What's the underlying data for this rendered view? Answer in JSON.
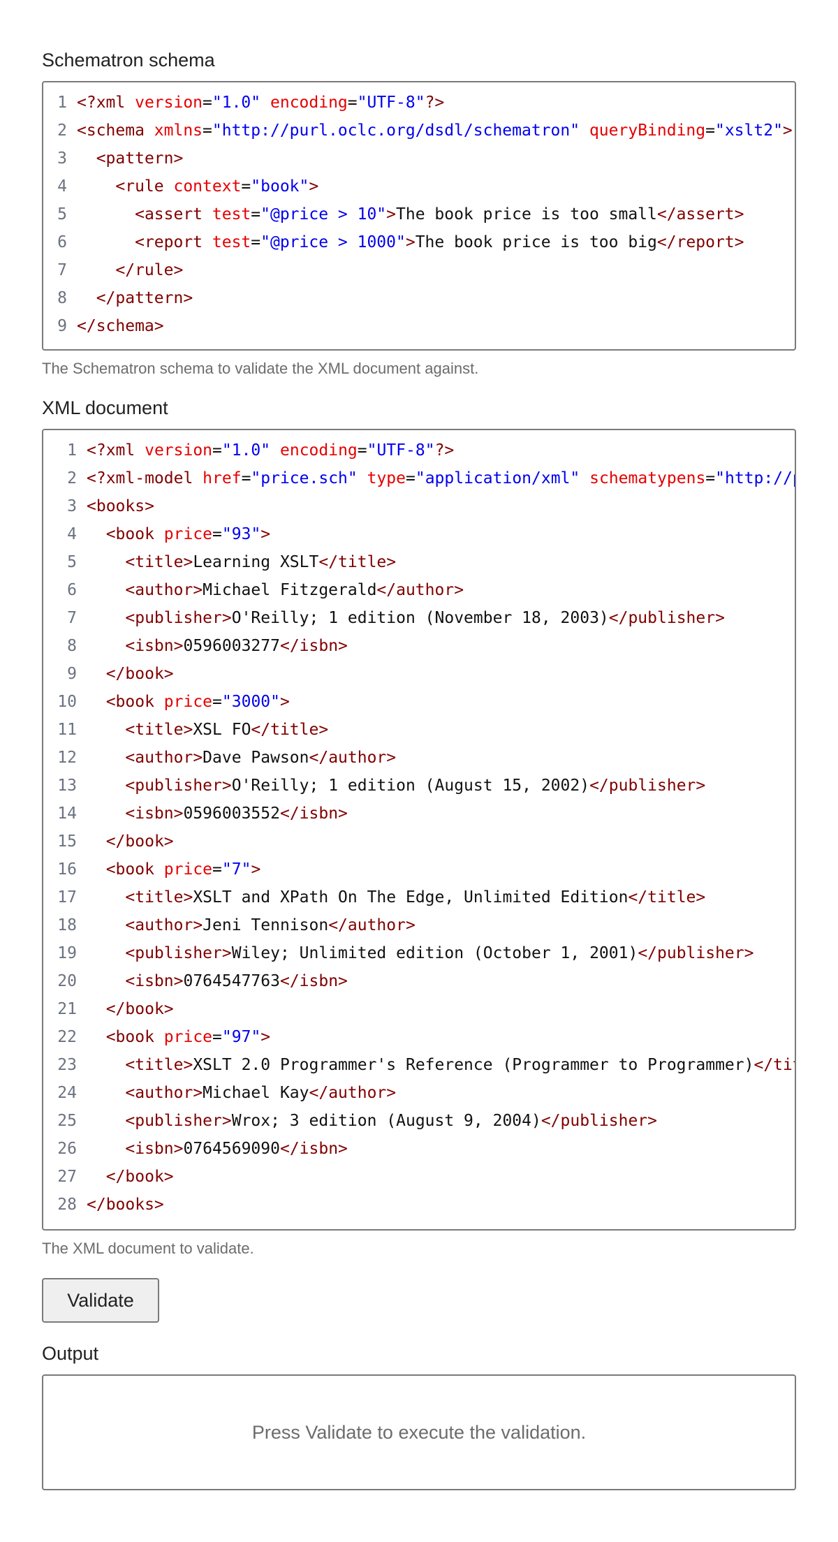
{
  "schema": {
    "label": "Schematron schema",
    "hint": "The Schematron schema to validate the XML document against.",
    "lines": [
      [
        [
          "tag",
          "<?xml "
        ],
        [
          "attr",
          "version"
        ],
        [
          "punc",
          "="
        ],
        [
          "val",
          "\"1.0\""
        ],
        [
          "punc",
          " "
        ],
        [
          "attr",
          "encoding"
        ],
        [
          "punc",
          "="
        ],
        [
          "val",
          "\"UTF-8\""
        ],
        [
          "tag",
          "?>"
        ]
      ],
      [
        [
          "tag",
          "<schema "
        ],
        [
          "attr",
          "xmlns"
        ],
        [
          "punc",
          "="
        ],
        [
          "val",
          "\"http://purl.oclc.org/dsdl/schematron\""
        ],
        [
          "punc",
          " "
        ],
        [
          "attr",
          "queryBinding"
        ],
        [
          "punc",
          "="
        ],
        [
          "val",
          "\"xslt2\""
        ],
        [
          "tag",
          ">"
        ]
      ],
      [
        [
          "punc",
          "  "
        ],
        [
          "tag",
          "<pattern>"
        ]
      ],
      [
        [
          "punc",
          "    "
        ],
        [
          "tag",
          "<rule "
        ],
        [
          "attr",
          "context"
        ],
        [
          "punc",
          "="
        ],
        [
          "val",
          "\"book\""
        ],
        [
          "tag",
          ">"
        ]
      ],
      [
        [
          "punc",
          "      "
        ],
        [
          "tag",
          "<assert "
        ],
        [
          "attr",
          "test"
        ],
        [
          "punc",
          "="
        ],
        [
          "val",
          "\"@price > 10\""
        ],
        [
          "tag",
          ">"
        ],
        [
          "text",
          "The book price is too small"
        ],
        [
          "tag",
          "</assert>"
        ]
      ],
      [
        [
          "punc",
          "      "
        ],
        [
          "tag",
          "<report "
        ],
        [
          "attr",
          "test"
        ],
        [
          "punc",
          "="
        ],
        [
          "val",
          "\"@price > 1000\""
        ],
        [
          "tag",
          ">"
        ],
        [
          "text",
          "The book price is too big"
        ],
        [
          "tag",
          "</report>"
        ]
      ],
      [
        [
          "punc",
          "    "
        ],
        [
          "tag",
          "</rule>"
        ]
      ],
      [
        [
          "punc",
          "  "
        ],
        [
          "tag",
          "</pattern>"
        ]
      ],
      [
        [
          "tag",
          "</schema>"
        ]
      ]
    ]
  },
  "xml_document": {
    "label": "XML document",
    "hint": "The XML document to validate.",
    "lines": [
      [
        [
          "tag",
          "<?xml "
        ],
        [
          "attr",
          "version"
        ],
        [
          "punc",
          "="
        ],
        [
          "val",
          "\"1.0\""
        ],
        [
          "punc",
          " "
        ],
        [
          "attr",
          "encoding"
        ],
        [
          "punc",
          "="
        ],
        [
          "val",
          "\"UTF-8\""
        ],
        [
          "tag",
          "?>"
        ]
      ],
      [
        [
          "tag",
          "<?xml-model "
        ],
        [
          "attr",
          "href"
        ],
        [
          "punc",
          "="
        ],
        [
          "val",
          "\"price.sch\""
        ],
        [
          "punc",
          " "
        ],
        [
          "attr",
          "type"
        ],
        [
          "punc",
          "="
        ],
        [
          "val",
          "\"application/xml\""
        ],
        [
          "punc",
          " "
        ],
        [
          "attr",
          "schematypens"
        ],
        [
          "punc",
          "="
        ],
        [
          "val",
          "\"http://purl.oclc.org/dsdl/schematron\""
        ],
        [
          "tag",
          "?>"
        ]
      ],
      [
        [
          "tag",
          "<books>"
        ]
      ],
      [
        [
          "punc",
          "  "
        ],
        [
          "tag",
          "<book "
        ],
        [
          "attr",
          "price"
        ],
        [
          "punc",
          "="
        ],
        [
          "val",
          "\"93\""
        ],
        [
          "tag",
          ">"
        ]
      ],
      [
        [
          "punc",
          "    "
        ],
        [
          "tag",
          "<title>"
        ],
        [
          "text",
          "Learning XSLT"
        ],
        [
          "tag",
          "</title>"
        ]
      ],
      [
        [
          "punc",
          "    "
        ],
        [
          "tag",
          "<author>"
        ],
        [
          "text",
          "Michael Fitzgerald"
        ],
        [
          "tag",
          "</author>"
        ]
      ],
      [
        [
          "punc",
          "    "
        ],
        [
          "tag",
          "<publisher>"
        ],
        [
          "text",
          "O'Reilly; 1 edition (November 18, 2003)"
        ],
        [
          "tag",
          "</publisher>"
        ]
      ],
      [
        [
          "punc",
          "    "
        ],
        [
          "tag",
          "<isbn>"
        ],
        [
          "text",
          "0596003277"
        ],
        [
          "tag",
          "</isbn>"
        ]
      ],
      [
        [
          "punc",
          "  "
        ],
        [
          "tag",
          "</book>"
        ]
      ],
      [
        [
          "punc",
          "  "
        ],
        [
          "tag",
          "<book "
        ],
        [
          "attr",
          "price"
        ],
        [
          "punc",
          "="
        ],
        [
          "val",
          "\"3000\""
        ],
        [
          "tag",
          ">"
        ]
      ],
      [
        [
          "punc",
          "    "
        ],
        [
          "tag",
          "<title>"
        ],
        [
          "text",
          "XSL FO"
        ],
        [
          "tag",
          "</title>"
        ]
      ],
      [
        [
          "punc",
          "    "
        ],
        [
          "tag",
          "<author>"
        ],
        [
          "text",
          "Dave Pawson"
        ],
        [
          "tag",
          "</author>"
        ]
      ],
      [
        [
          "punc",
          "    "
        ],
        [
          "tag",
          "<publisher>"
        ],
        [
          "text",
          "O'Reilly; 1 edition (August 15, 2002)"
        ],
        [
          "tag",
          "</publisher>"
        ]
      ],
      [
        [
          "punc",
          "    "
        ],
        [
          "tag",
          "<isbn>"
        ],
        [
          "text",
          "0596003552"
        ],
        [
          "tag",
          "</isbn>"
        ]
      ],
      [
        [
          "punc",
          "  "
        ],
        [
          "tag",
          "</book>"
        ]
      ],
      [
        [
          "punc",
          "  "
        ],
        [
          "tag",
          "<book "
        ],
        [
          "attr",
          "price"
        ],
        [
          "punc",
          "="
        ],
        [
          "val",
          "\"7\""
        ],
        [
          "tag",
          ">"
        ]
      ],
      [
        [
          "punc",
          "    "
        ],
        [
          "tag",
          "<title>"
        ],
        [
          "text",
          "XSLT and XPath On The Edge, Unlimited Edition"
        ],
        [
          "tag",
          "</title>"
        ]
      ],
      [
        [
          "punc",
          "    "
        ],
        [
          "tag",
          "<author>"
        ],
        [
          "text",
          "Jeni Tennison"
        ],
        [
          "tag",
          "</author>"
        ]
      ],
      [
        [
          "punc",
          "    "
        ],
        [
          "tag",
          "<publisher>"
        ],
        [
          "text",
          "Wiley; Unlimited edition (October 1, 2001)"
        ],
        [
          "tag",
          "</publisher>"
        ]
      ],
      [
        [
          "punc",
          "    "
        ],
        [
          "tag",
          "<isbn>"
        ],
        [
          "text",
          "0764547763"
        ],
        [
          "tag",
          "</isbn>"
        ]
      ],
      [
        [
          "punc",
          "  "
        ],
        [
          "tag",
          "</book>"
        ]
      ],
      [
        [
          "punc",
          "  "
        ],
        [
          "tag",
          "<book "
        ],
        [
          "attr",
          "price"
        ],
        [
          "punc",
          "="
        ],
        [
          "val",
          "\"97\""
        ],
        [
          "tag",
          ">"
        ]
      ],
      [
        [
          "punc",
          "    "
        ],
        [
          "tag",
          "<title>"
        ],
        [
          "text",
          "XSLT 2.0 Programmer's Reference (Programmer to Programmer)"
        ],
        [
          "tag",
          "</title>"
        ]
      ],
      [
        [
          "punc",
          "    "
        ],
        [
          "tag",
          "<author>"
        ],
        [
          "text",
          "Michael Kay"
        ],
        [
          "tag",
          "</author>"
        ]
      ],
      [
        [
          "punc",
          "    "
        ],
        [
          "tag",
          "<publisher>"
        ],
        [
          "text",
          "Wrox; 3 edition (August 9, 2004)"
        ],
        [
          "tag",
          "</publisher>"
        ]
      ],
      [
        [
          "punc",
          "    "
        ],
        [
          "tag",
          "<isbn>"
        ],
        [
          "text",
          "0764569090"
        ],
        [
          "tag",
          "</isbn>"
        ]
      ],
      [
        [
          "punc",
          "  "
        ],
        [
          "tag",
          "</book>"
        ]
      ],
      [
        [
          "tag",
          "</books>"
        ]
      ]
    ]
  },
  "validate_button": {
    "label": "Validate"
  },
  "output": {
    "label": "Output",
    "placeholder": "Press Validate to execute the validation."
  },
  "colors": {
    "tag": "#800000",
    "attribute": "#e50000",
    "value": "#0000ee",
    "gutter": "#6b7280",
    "hint_text": "#6c6c6c",
    "border": "#7a7a7a",
    "button_bg": "#efefef"
  }
}
